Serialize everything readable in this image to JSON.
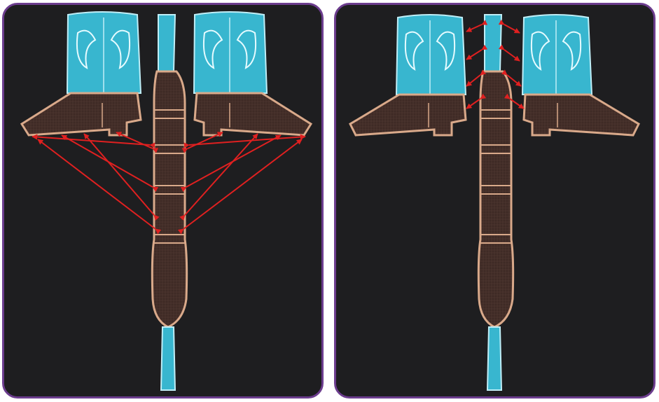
{
  "colors": {
    "frame": "#6c3d8e",
    "background": "#1e1e20",
    "shaft_fill": "#38b6cf",
    "shaft_stitch": "#bfeef7",
    "leather_fill": "#3e2a25",
    "outline": "#d9a98a",
    "arrow": "#e02020"
  },
  "panels": [
    {
      "name": "left",
      "caption": "",
      "arrow_type": "foot-to-strip"
    },
    {
      "name": "right",
      "caption": "",
      "arrow_type": "shaft-to-strip"
    }
  ]
}
